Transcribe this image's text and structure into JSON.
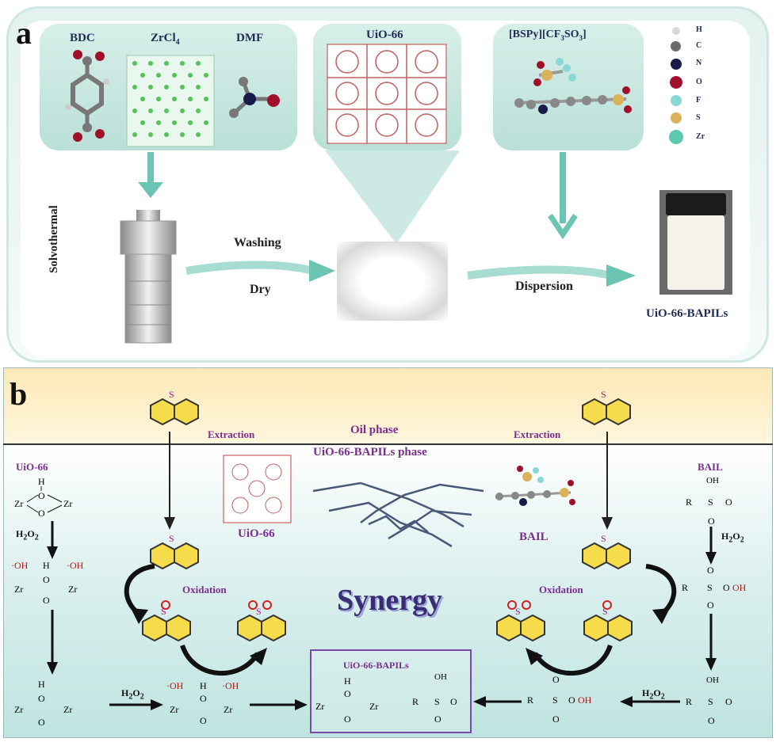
{
  "panel_a": {
    "letter": "a",
    "precursors": {
      "bdc": "BDC",
      "zrcl4": "ZrCl",
      "zrcl4_sub": "4",
      "dmf": "DMF"
    },
    "uio66": "UiO-66",
    "ionic_liquid": "[BSPy][CF",
    "ionic_liquid_sub": "3",
    "ionic_liquid_end": "SO",
    "ionic_liquid_sub2": "3",
    "ionic_liquid_close": "]",
    "legend": [
      "H",
      "C",
      "N",
      "O",
      "F",
      "S",
      "Zr"
    ],
    "legend_colors": [
      "#d8d8d8",
      "#6c6c6c",
      "#1a1a4a",
      "#a1102a",
      "#8ad7d8",
      "#d9b25a",
      "#5cc8b0"
    ],
    "solvothermal": "Solvothermal",
    "washing": "Washing",
    "dry": "Dry",
    "dispersion": "Dispersion",
    "product": "UiO-66-BAPILs"
  },
  "panel_b": {
    "letter": "b",
    "extraction_left": "Extraction",
    "extraction_right": "Extraction",
    "oil_phase": "Oil phase",
    "bapils_phase": "UiO-66-BAPILs phase",
    "uio66_title": "UiO-66",
    "uio66_label": "UiO-66",
    "bail_label": "BAIL",
    "bail_title": "BAIL",
    "h2o2": "H",
    "oxidation_left": "Oxidation",
    "oxidation_right": "Oxidation",
    "synergy": "Synergy",
    "center_title": "UiO-66-BAPILs"
  }
}
